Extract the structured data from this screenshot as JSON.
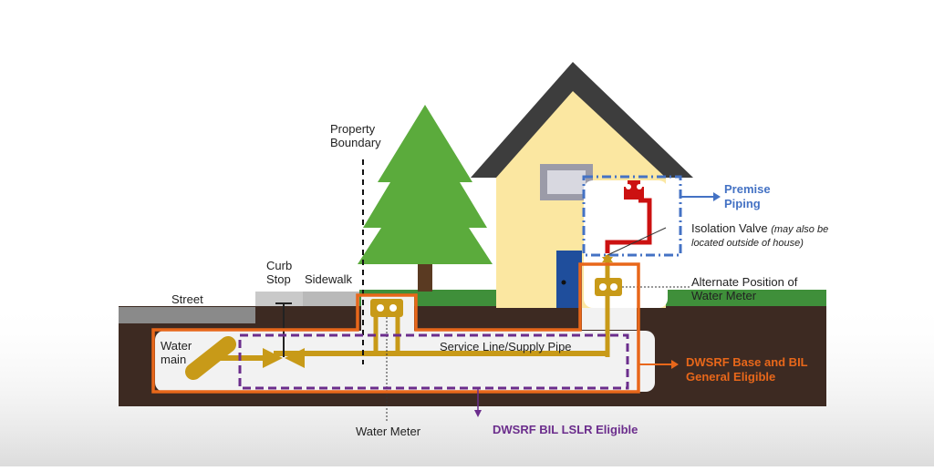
{
  "labels": {
    "property_boundary_1": "Property",
    "property_boundary_2": "Boundary",
    "curb_stop_1": "Curb",
    "curb_stop_2": "Stop",
    "sidewalk": "Sidewalk",
    "street": "Street",
    "water_main_1": "Water",
    "water_main_2": "main",
    "service_line": "Service Line/Supply Pipe",
    "water_meter": "Water Meter",
    "premise_piping_1": "Premise",
    "premise_piping_2": "Piping",
    "isolation_valve": "Isolation Valve",
    "isolation_valve_note_1": "(may also be",
    "isolation_valve_note_2": "located outside of house)",
    "alt_meter_1": "Alternate Position of",
    "alt_meter_2": "Water Meter",
    "dwsrf_base_1": "DWSRF Base and BIL",
    "dwsrf_base_2": "General Eligible",
    "dwsrf_lslr": "DWSRF BIL LSLR Eligible"
  },
  "colors": {
    "orange": "#e8671a",
    "purple": "#6b2d8c",
    "blue": "#4472c4",
    "pipe": "#c89a18",
    "red_pipe": "#cc1111",
    "house_wall": "#fbe7a1",
    "roof": "#3d3d3d",
    "tree": "#5bab3c",
    "soil": "#3d2a22",
    "grass": "#3f8f3a"
  }
}
